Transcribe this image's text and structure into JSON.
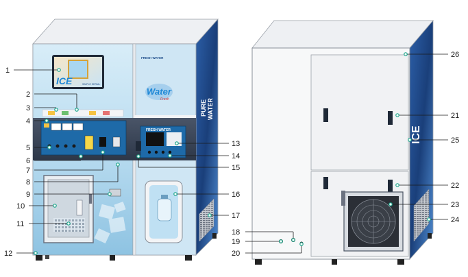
{
  "machine": {
    "front_brand_text": "ICE",
    "front_brand_sub": "SIMPLE SERIAL",
    "water_logo_text": "Water",
    "water_logo_sub": "Fresh",
    "water_brand_small": "FRESH WATER",
    "side_text_left": "PURE",
    "side_text_right": "WATER",
    "back_side_text": "ICE"
  },
  "callouts": [
    {
      "id": "1",
      "label": "1"
    },
    {
      "id": "2",
      "label": "2"
    },
    {
      "id": "3",
      "label": "3"
    },
    {
      "id": "4",
      "label": "4"
    },
    {
      "id": "5",
      "label": "5"
    },
    {
      "id": "6",
      "label": "6"
    },
    {
      "id": "7",
      "label": "7"
    },
    {
      "id": "8",
      "label": "8"
    },
    {
      "id": "9",
      "label": "9"
    },
    {
      "id": "10",
      "label": "10"
    },
    {
      "id": "11",
      "label": "11"
    },
    {
      "id": "12",
      "label": "12"
    },
    {
      "id": "13",
      "label": "13"
    },
    {
      "id": "14",
      "label": "14"
    },
    {
      "id": "15",
      "label": "15"
    },
    {
      "id": "16",
      "label": "16"
    },
    {
      "id": "17",
      "label": "17"
    },
    {
      "id": "18",
      "label": "18"
    },
    {
      "id": "19",
      "label": "19"
    },
    {
      "id": "20",
      "label": "20"
    },
    {
      "id": "21",
      "label": "21"
    },
    {
      "id": "22",
      "label": "22"
    },
    {
      "id": "23",
      "label": "23"
    },
    {
      "id": "24",
      "label": "24"
    },
    {
      "id": "25",
      "label": "25"
    },
    {
      "id": "26",
      "label": "26"
    }
  ]
}
